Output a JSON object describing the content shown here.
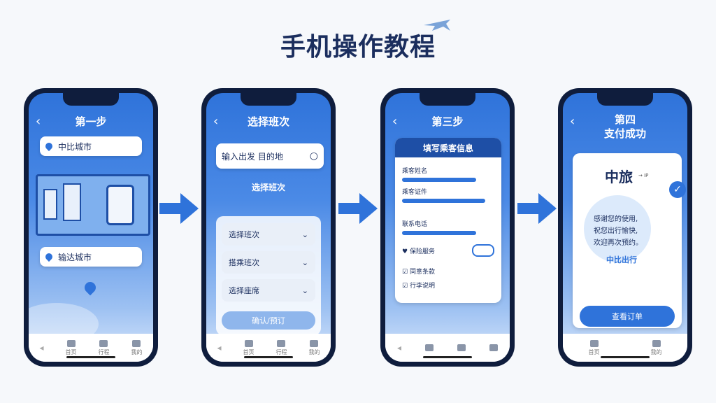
{
  "title": "手机操作教程",
  "phone1": {
    "title": "第一步",
    "from_city": "中比城市",
    "to_city": "输达城市",
    "tabs": [
      "首页",
      "行程",
      "我的"
    ]
  },
  "phone2": {
    "title": "选择班次",
    "search_text": "输入出发  目的地",
    "subtitle": "选择班次",
    "options": [
      "选择班次",
      "搭乘班次",
      "选择座席"
    ],
    "button": "确认/预订",
    "tabs": [
      "首页",
      "行程",
      "我的"
    ]
  },
  "phone3": {
    "title": "第三步",
    "card_header": "填写乘客信息",
    "fields": [
      "乘客姓名",
      "乘客证件",
      "联系电话"
    ],
    "checks": [
      "保险服务",
      "同意条款",
      "行李说明"
    ]
  },
  "phone4": {
    "title": "第四\n支付成功",
    "brand": "中旅",
    "brand_small": "→ IP",
    "message": "感谢您的使用,\n祝您出行愉快,\n欢迎再次预约。",
    "brand_line": "中比出行",
    "button": "查看订单",
    "tabs": [
      "首页",
      "我的"
    ]
  },
  "colors": {
    "primary": "#2f73da",
    "dark": "#1b2e5e"
  }
}
